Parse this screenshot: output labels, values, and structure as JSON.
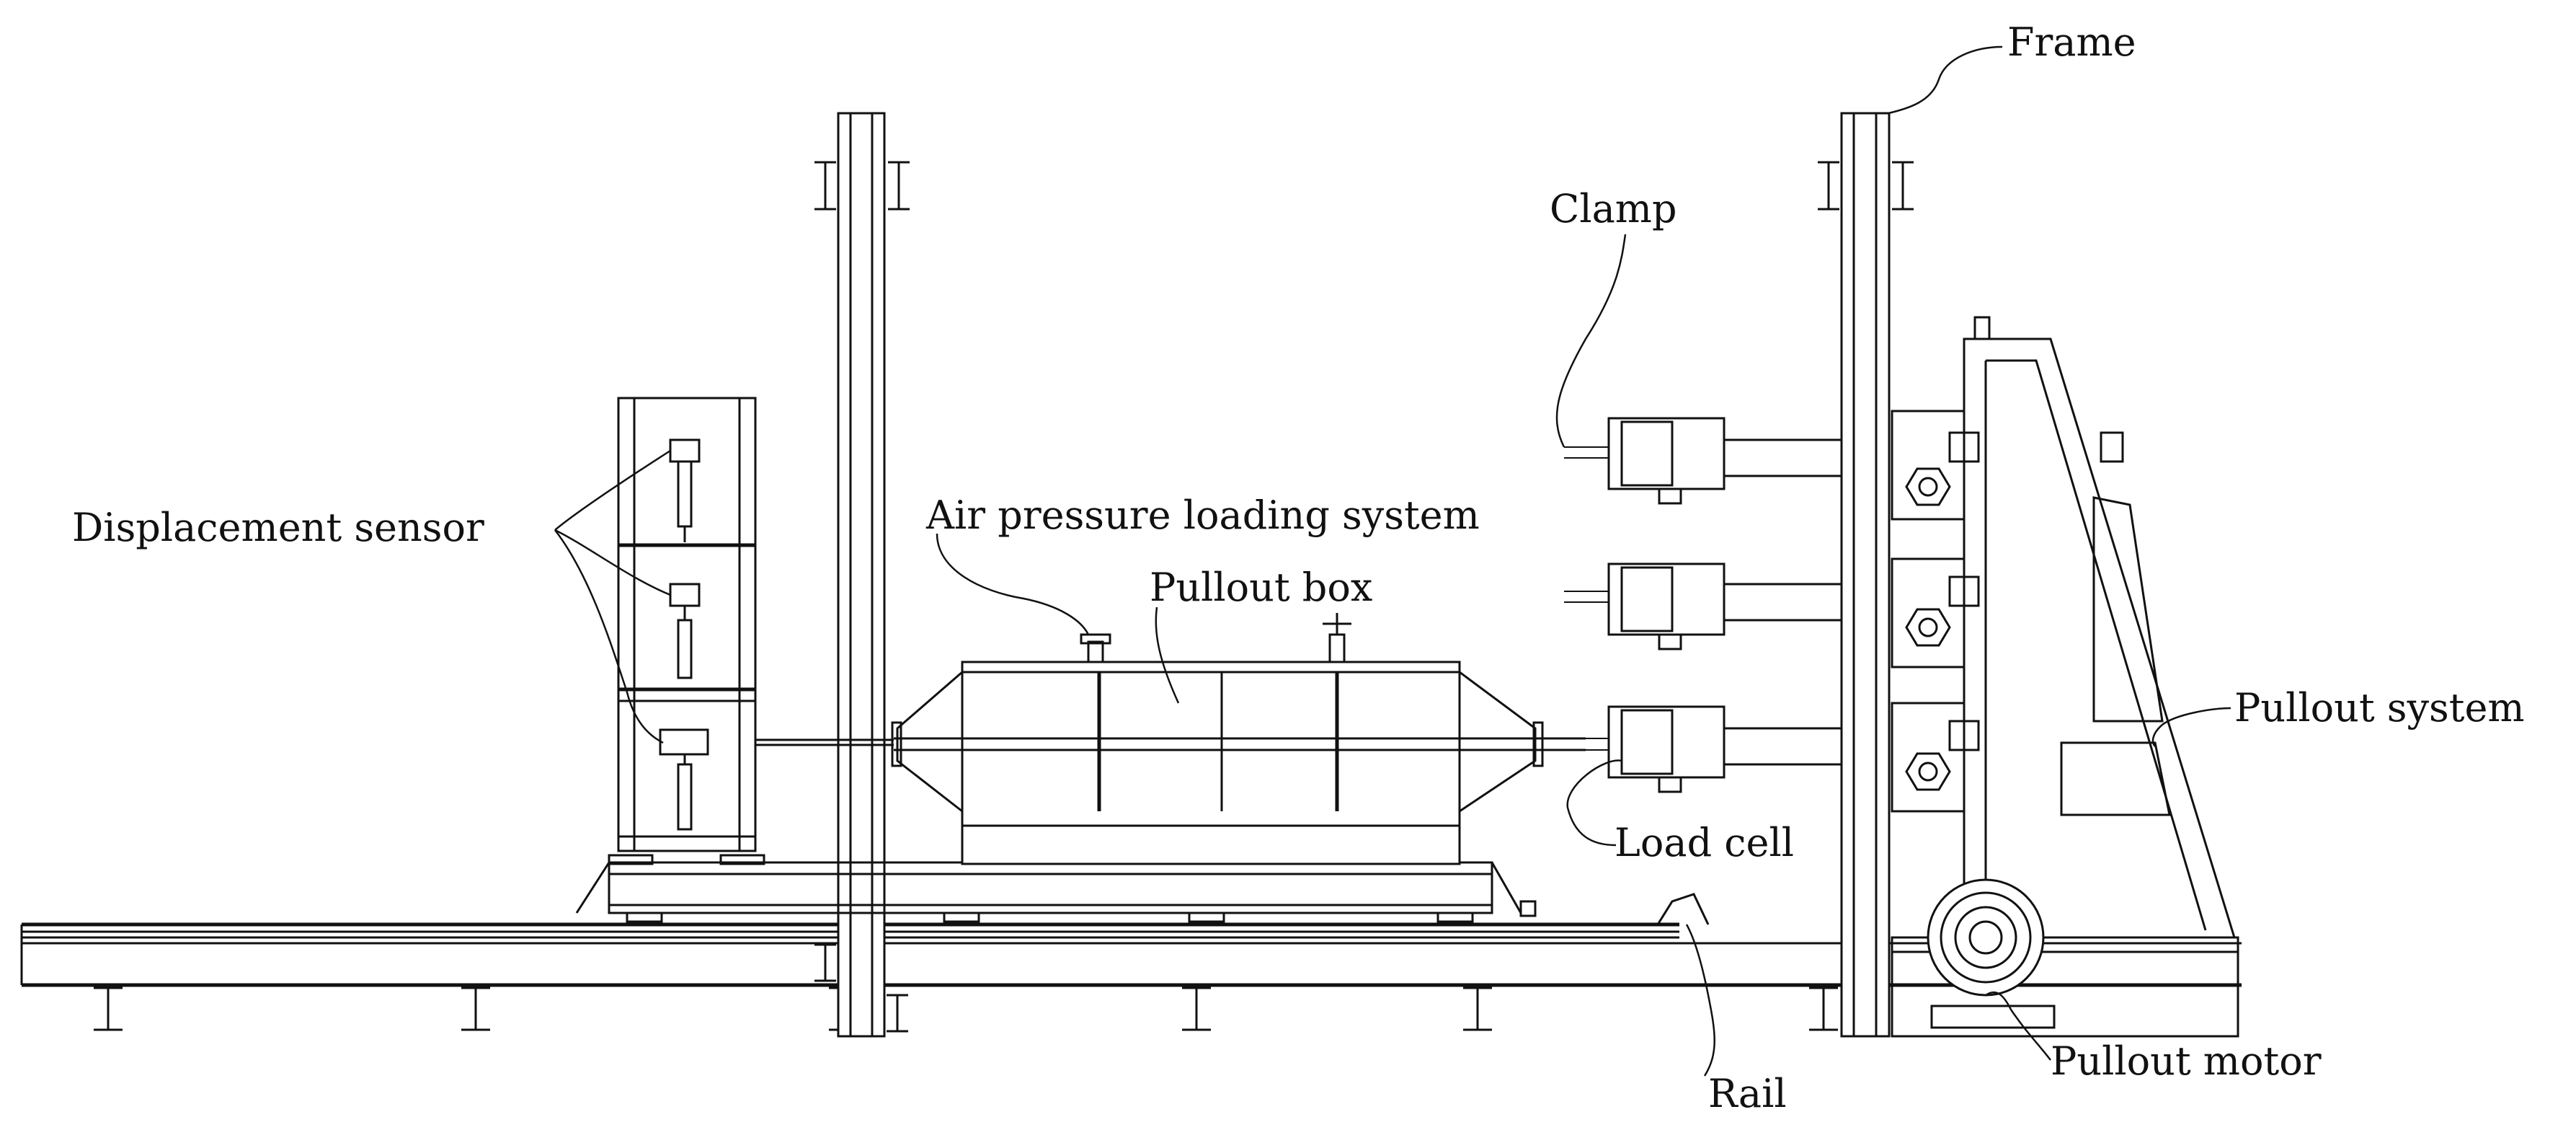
{
  "labels": {
    "frame": "Frame",
    "clamp": "Clamp",
    "displacement_sensor": "Displacement sensor",
    "air_pressure": "Air pressure loading system",
    "pullout_box": "Pullout box",
    "pullout_system": "Pullout system",
    "load_cell": "Load cell",
    "rail": "Rail",
    "pullout_motor": "Pullout motor"
  }
}
